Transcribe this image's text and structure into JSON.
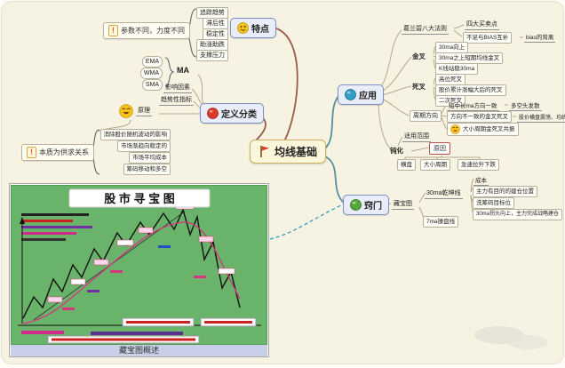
{
  "center": {
    "label": "均线基础"
  },
  "branches": {
    "tedian": {
      "label": "特点",
      "callout": "参数不同，力度不同",
      "items": [
        "追踪趋势",
        "滞后性",
        "稳定性",
        "助涨助跌",
        "支撑压力"
      ]
    },
    "dingyi": {
      "label": "定义分类",
      "ma_types": [
        "EMA",
        "WMA",
        "SMA"
      ],
      "ma": "MA",
      "factor": "影响因素",
      "indicator": "趋势性指标",
      "yuanli": {
        "label": "原理",
        "callout": "本质为供求关系",
        "items": [
          "消除股价随机波动的影响",
          "市场渐趋向稳定的",
          "市场平均成本",
          "筹码移动和多空"
        ]
      }
    },
    "yingyong": {
      "label": "应用",
      "gelanbi": {
        "label": "葛兰碧八大法则",
        "item1": "四大买卖点",
        "item2": "不足与BIAS互补",
        "item2_child": "bias的背离"
      },
      "jincha": {
        "label": "金叉",
        "items": [
          "30ma向上",
          "30ma之上短期均线金叉",
          "K线站稳30ma"
        ]
      },
      "sicha": {
        "label": "死叉",
        "items": [
          "高位死叉",
          "股价累计涨幅大后的死叉",
          "二次死叉"
        ]
      },
      "zhouqi": {
        "label": "周期方向",
        "row1": "短中长ma方向一致",
        "row1_child": "多空头发散",
        "row2": "方向不一致的金叉死叉",
        "row2_child": "股价横盘震荡、均线缠绕",
        "row3": "大小周期金死叉共振"
      },
      "dunhua": {
        "label": "钝化",
        "scope": "适用范围",
        "reason": "原因",
        "causes": [
          "横盘",
          "大小周期",
          "急速拉升下跌"
        ]
      }
    },
    "qiaomen": {
      "label": "窍门",
      "map": "藏宝图",
      "qiankun": {
        "label": "30ma乾坤线",
        "items": [
          "成本",
          "主力有目的的建仓位置",
          "洗筹码目标位",
          "30ma拐头向上，主力完成战略建仓"
        ]
      },
      "caopan": "7ma操盘线"
    }
  },
  "treasure_map": {
    "title": "股 市 寻 宝 图",
    "caption": "藏宝图概述"
  },
  "icons": {
    "center": "red-flag-icon",
    "tedian": "smiley-face-icon",
    "dingyi": "red-ball-icon",
    "yuanli": "laughing-emoji-icon",
    "yingyong": "blue-ball-icon",
    "qiaomen": "green-ball-icon",
    "zhouqi_row3": "laughing-emoji-icon",
    "callouts": "exclamation-icon"
  },
  "colors": {
    "background": "#f6f3e3",
    "branch_node_fill": "#e9edf9",
    "branch_node_border": "#7b8fc7",
    "center_fill": "#fcf7da",
    "center_border": "#cfae62",
    "main_link_left": "#9c5a48",
    "main_link_right": "#55909e",
    "reason_border": "#c0504d",
    "treasure_green": "#6ab36a",
    "caption_bar": "#c9cfe9",
    "ma_curve": "#d6357f"
  }
}
